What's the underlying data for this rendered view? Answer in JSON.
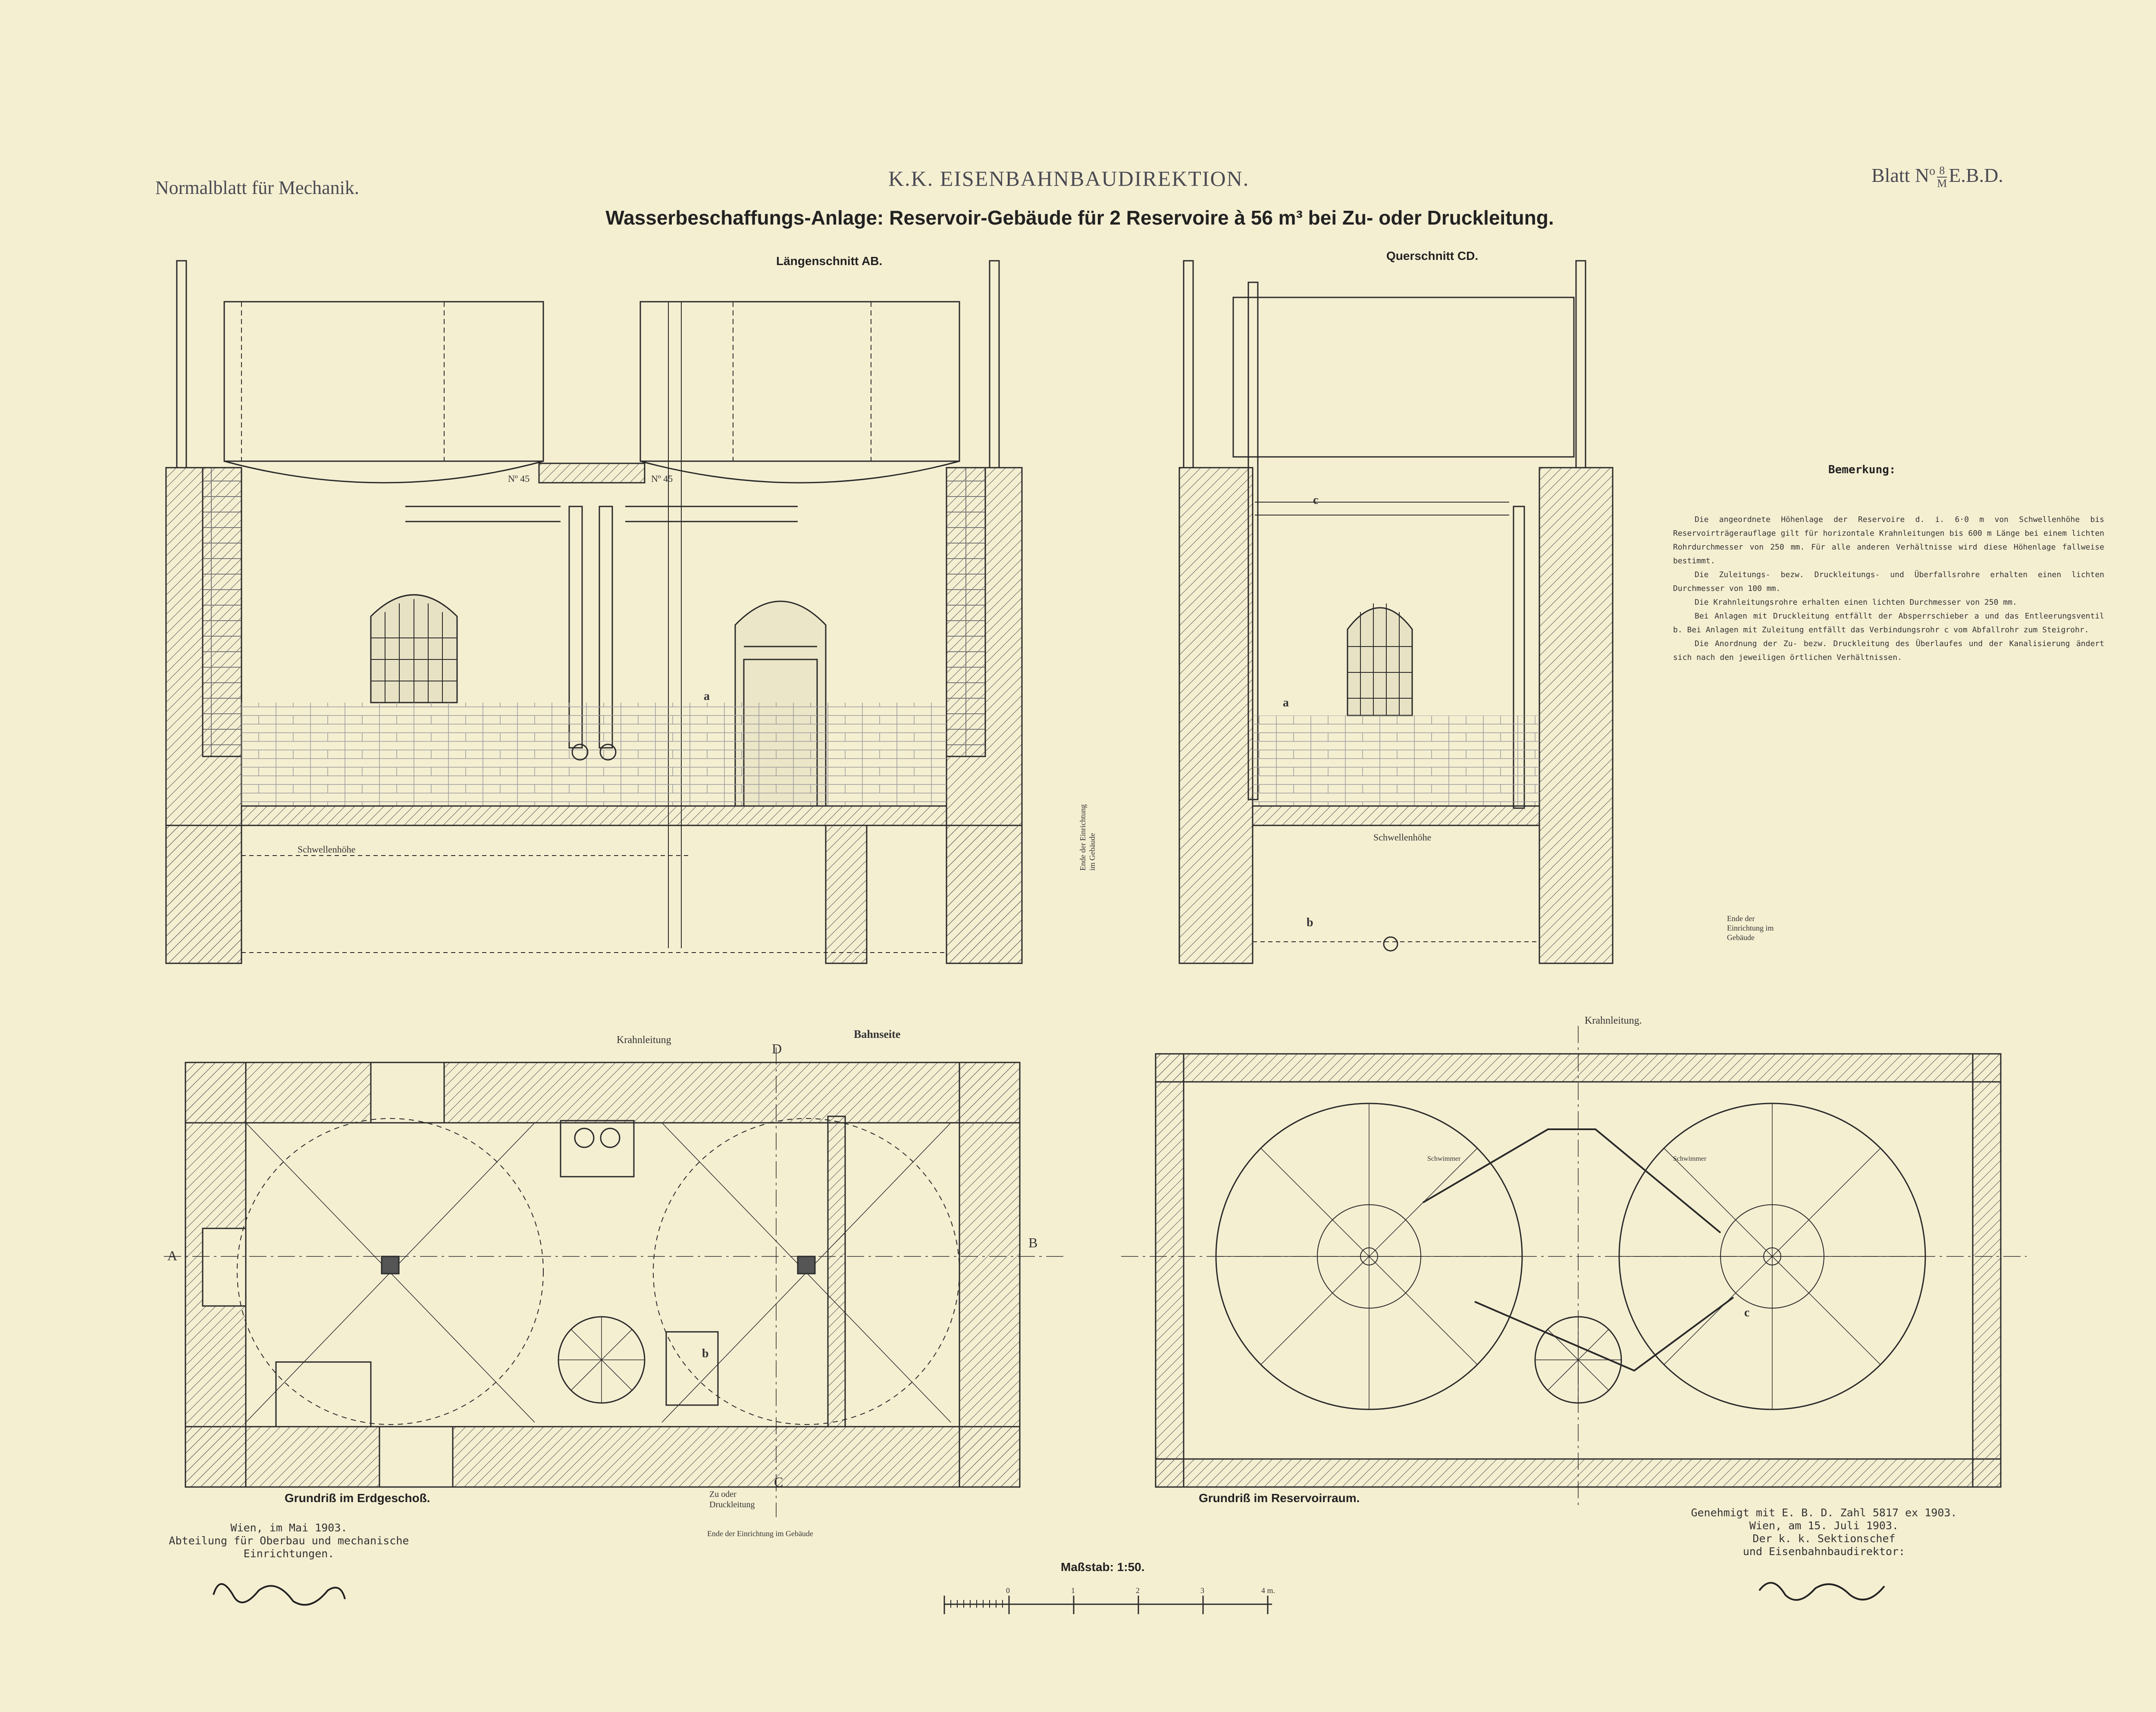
{
  "header": {
    "left": "Normalblatt für Mechanik.",
    "center": "K.K. EISENBAHNBAUDIREKTION.",
    "right_prefix": "Blatt N",
    "right_o": "o",
    "right_num": "8",
    "right_den": "M",
    "right_suffix": "E.B.D."
  },
  "title": "Wasserbeschaffungs-Anlage: Reservoir-Gebäude für 2 Reservoire à 56 m³ bei Zu- oder Druckleitung.",
  "sections": {
    "long_section": "Längenschnitt AB.",
    "cross_section": "Querschnitt CD.",
    "ground_plan": "Grundriß im Erdgeschoß.",
    "reservoir_plan": "Grundriß im Reservoirraum."
  },
  "annotations": {
    "schwellenhoehe_1": "Schwellenhöhe",
    "schwellenhoehe_2": "Schwellenhöhe",
    "krahnleitung_1": "Krahnleitung",
    "krahnleitung_2": "Krahnleitung.",
    "bahnseite": "Bahnseite",
    "zu_oder_druckleitung": "Zu oder Druckleitung",
    "ende_einrichtung_1": "Ende der Einrichtung im Gebäude",
    "ende_einrichtung_2": "Ende der Einrichtung im Gebäude",
    "ende_einrichtung_3": "Ende der Einrichtung im Gebäude",
    "nr_45_left": "Nº 45",
    "nr_45_right": "Nº 45",
    "mark_a1": "a",
    "mark_a2": "a",
    "mark_b1": "b",
    "mark_b2": "b",
    "mark_c1": "c",
    "mark_c2": "c",
    "point_A": "A",
    "point_B": "B",
    "point_C": "C",
    "point_D": "D",
    "schwimmer_1": "Schwimmer",
    "schwimmer_2": "Schwimmer"
  },
  "remarks": {
    "title": "Bemerkung:",
    "paragraphs": [
      "Die angeordnete Höhenlage der Reservoire d. i. 6·0 m von Schwellenhöhe bis Reservoirträgerauflage gilt für horizontale Krahnleitungen bis 600 m Länge bei einem lichten Rohrdurchmesser von 250 mm. Für alle anderen Verhältnisse wird diese Höhenlage fallweise bestimmt.",
      "Die Zuleitungs- bezw. Druckleitungs- und Überfallsrohre erhalten einen lichten Durchmesser von 100 mm.",
      "Die Krahnleitungsrohre erhalten einen lichten Durchmesser von 250 mm.",
      "Bei Anlagen mit Druckleitung entfällt der Absperrschieber a und das Entleerungsventil b. Bei Anlagen mit Zuleitung entfällt das Verbindungsrohr c vom Abfallrohr zum Steigrohr.",
      "Die Anordnung der Zu- bezw. Druckleitung des Überlaufes und der Kanalisierung ändert sich nach den jeweiligen örtlichen Verhältnissen."
    ]
  },
  "footer_left": {
    "line1": "Wien, im Mai 1903.",
    "line2": "Abteilung für Oberbau und mechanische",
    "line3": "Einrichtungen."
  },
  "footer_right": {
    "line1": "Genehmigt mit E. B. D. Zahl 5817 ex 1903.",
    "line2": "Wien, am 15. Juli 1903.",
    "line3": "Der k. k. Sektionschef",
    "line4": "und Eisenbahnbaudirektor:"
  },
  "scale": {
    "label": "Maßstab: 1:50.",
    "ticks": [
      "0",
      "1",
      "2",
      "3",
      "4 m."
    ]
  },
  "colors": {
    "paper": "#f5efd2",
    "ink": "#2a2a2a",
    "header_ink": "#4a4a52"
  }
}
